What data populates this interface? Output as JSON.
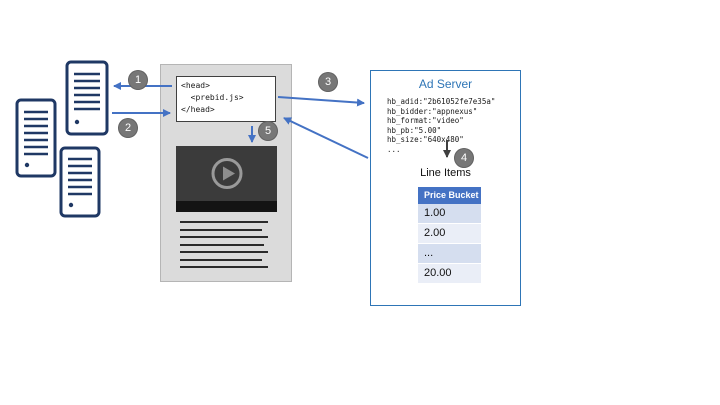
{
  "code_box": {
    "lines": [
      "<head>",
      "  <prebid.js>",
      "</head>"
    ]
  },
  "steps": [
    "1",
    "2",
    "3",
    "4",
    "5"
  ],
  "ad_server": {
    "title": "Ad Server",
    "params": [
      "hb_adid:\"2b61052fe7e35a\"",
      "hb_bidder:\"appnexus\"",
      "hb_format:\"video\"",
      "hb_pb:\"5.00\"",
      "hb_size:\"640x480\"",
      "..."
    ],
    "line_items_label": "Line Items",
    "table": {
      "header": "Price Bucket",
      "rows": [
        "1.00",
        "2.00",
        "...",
        "20.00"
      ]
    }
  },
  "colors": {
    "accent_blue": "#2e75b6",
    "arrow_blue": "#4472c4",
    "table_header_blue": "#4472c4",
    "table_band_light": "#d5deef",
    "table_band_lighter": "#eaeef7",
    "step_circle_gray": "#777777",
    "server_outline_navy": "#1f3864",
    "page_gray": "#dbdbdb",
    "video_dark": "#3b3b3b"
  }
}
